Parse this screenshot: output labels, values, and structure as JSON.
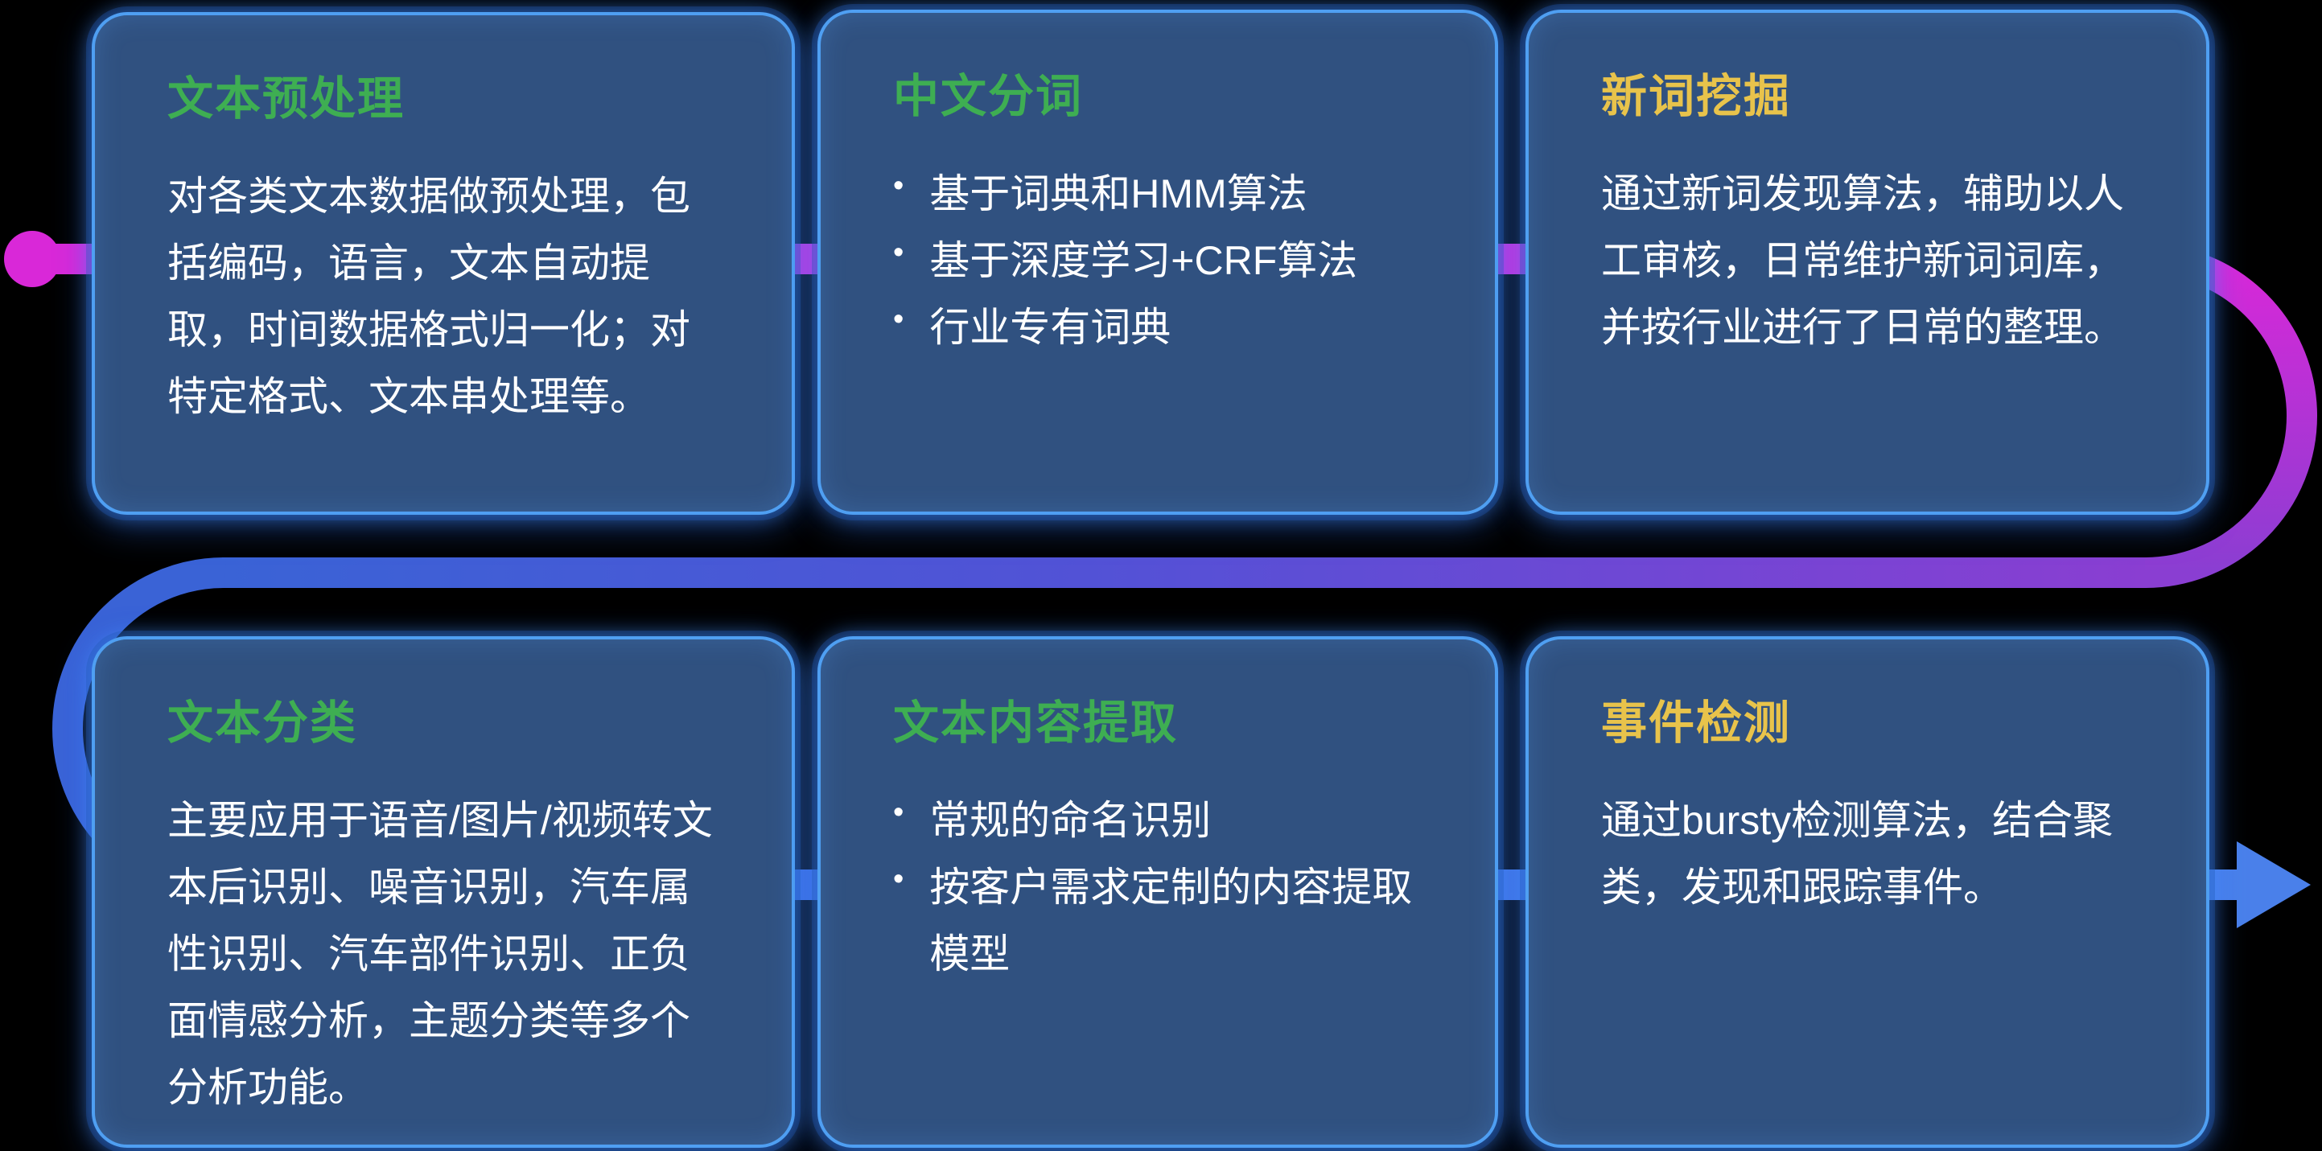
{
  "canvas": {
    "background": "#000000"
  },
  "flow": {
    "start_dot_color": "#d928d8",
    "colors": {
      "row1_line": "#d928d8",
      "transition_purple": "#8a3ed2",
      "row2_line": "#3a63d6",
      "arrow_blue": "#4a80ea"
    }
  },
  "cards": [
    {
      "title": "文本预处理",
      "title_color": "#3eae52",
      "text": "对各类文本数据做预处理，包括编码，语言，文本自动提取，时间数据格式归一化；对特定格式、文本串处理等。"
    },
    {
      "title": "中文分词",
      "title_color": "#3eae52",
      "bullets": [
        "基于词典和HMM算法",
        "基于深度学习+CRF算法",
        "行业专有词典"
      ]
    },
    {
      "title": "新词挖掘",
      "title_color": "#e8c34b",
      "text": "通过新词发现算法，辅助以人工审核，日常维护新词词库，并按行业进行了日常的整理。"
    },
    {
      "title": "文本分类",
      "title_color": "#3eae52",
      "text": "主要应用于语音/图片/视频转文本后识别、噪音识别，汽车属性识别、汽车部件识别、正负面情感分析，主题分类等多个分析功能。"
    },
    {
      "title": "文本内容提取",
      "title_color": "#3eae52",
      "bullets": [
        "常规的命名识别",
        "按客户需求定制的内容提取模型"
      ]
    },
    {
      "title": "事件检测",
      "title_color": "#e8c34b",
      "text": "通过bursty检测算法，结合聚类，发现和跟踪事件。"
    }
  ]
}
